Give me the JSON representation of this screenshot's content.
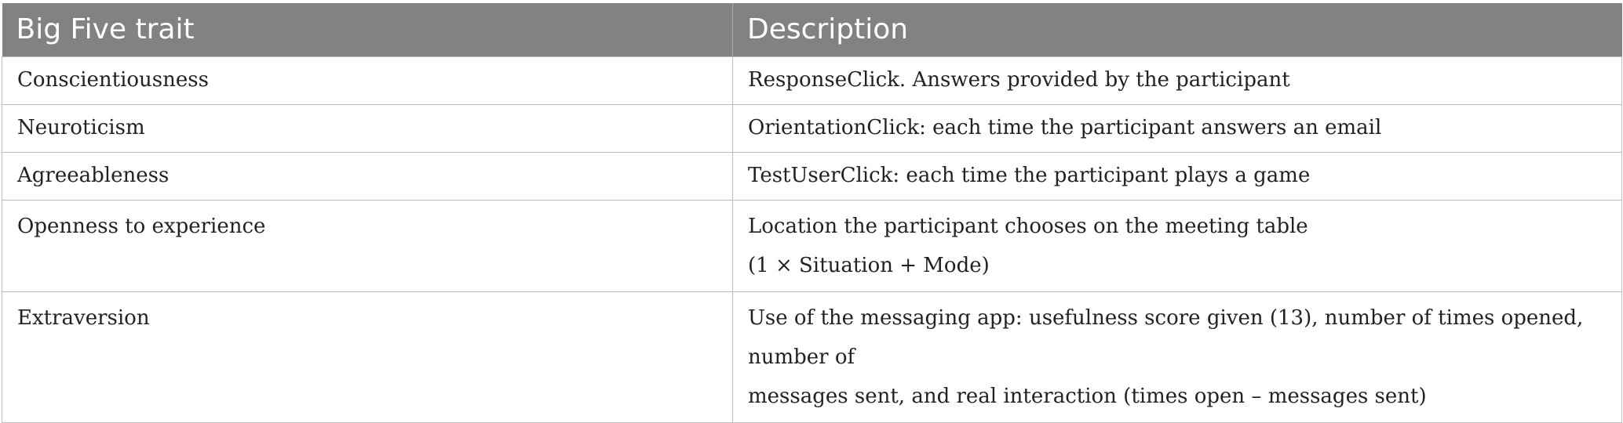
{
  "table": {
    "headers": [
      "Big Five trait",
      "Description"
    ],
    "rows": [
      {
        "trait": "Conscientiousness",
        "description": [
          "ResponseClick. Answers provided by the participant"
        ]
      },
      {
        "trait": "Neuroticism",
        "description": [
          "OrientationClick: each time the participant answers an email"
        ]
      },
      {
        "trait": "Agreeableness",
        "description": [
          "TestUserClick: each time the participant plays a game"
        ]
      },
      {
        "trait": "Openness to experience",
        "description": [
          "Location the participant chooses on the meeting table",
          "(1 × Situation + Mode)"
        ]
      },
      {
        "trait": "Extraversion",
        "description": [
          "Use of the messaging app: usefulness score given (13), number of times opened, number of",
          "messages sent, and real interaction (times open – messages sent)"
        ]
      }
    ]
  }
}
